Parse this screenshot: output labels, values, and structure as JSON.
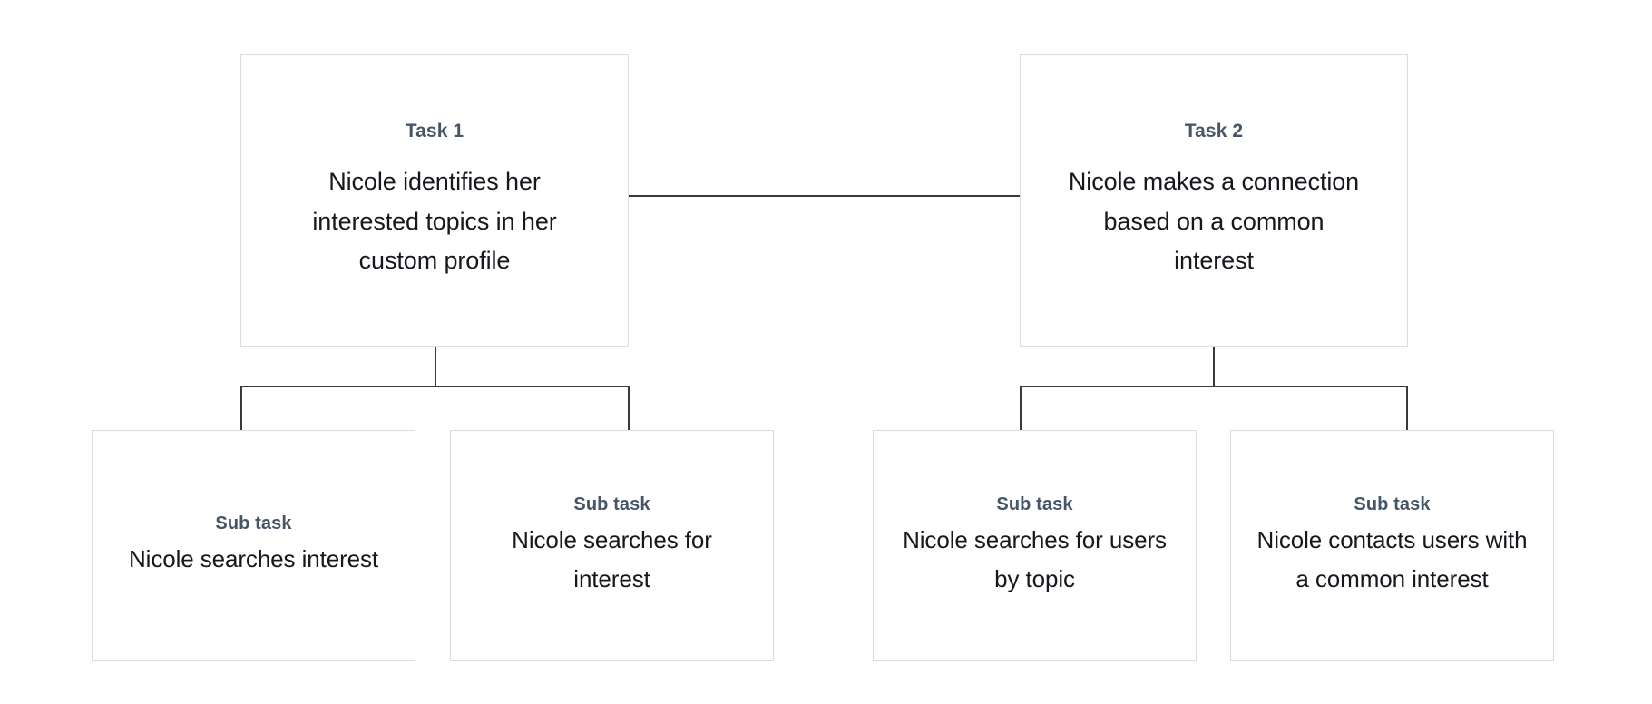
{
  "diagram": {
    "type": "task-hierarchy-tree",
    "background_color": "#ffffff",
    "title_color": "#455668",
    "body_text_color": "#15181c",
    "box_border_color": "#dcdcdc",
    "connector_color": "#3a3a3a",
    "tasks": [
      {
        "id": "task-1",
        "title": "Task 1",
        "description": "Nicole identifies her interested topics in her custom profile",
        "subtasks": [
          {
            "id": "task-1-sub-1",
            "title": "Sub task",
            "description": "Nicole searches interest"
          },
          {
            "id": "task-1-sub-2",
            "title": "Sub task",
            "description": "Nicole searches for interest"
          }
        ]
      },
      {
        "id": "task-2",
        "title": "Task 2",
        "description": "Nicole makes a connection based on a common interest",
        "subtasks": [
          {
            "id": "task-2-sub-1",
            "title": "Sub task",
            "description": "Nicole searches for users by topic"
          },
          {
            "id": "task-2-sub-2",
            "title": "Sub task",
            "description": "Nicole contacts users with a common interest"
          }
        ]
      }
    ]
  }
}
